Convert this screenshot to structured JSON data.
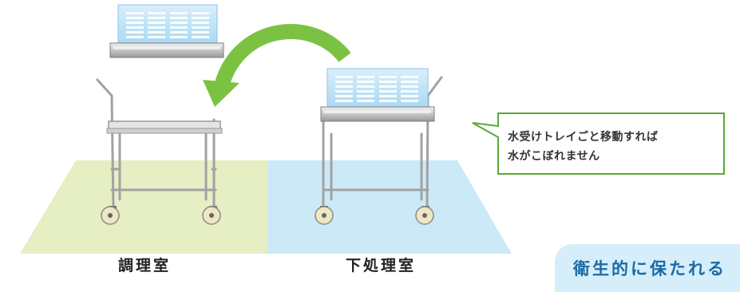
{
  "zones": {
    "left_label": "調理室",
    "right_label": "下処理室"
  },
  "callout": {
    "line1": "水受けトレイごと移動すれば",
    "line2": "水がこぼれません"
  },
  "badge": {
    "text": "衛生的に保たれる"
  },
  "colors": {
    "left_floor": "#e6eec4",
    "right_floor": "#cce9f7",
    "arrow": "#7cc242",
    "callout_border": "#5aa83a",
    "basket_blue": "#b8e0f6",
    "badge_bg": "#d6eefa",
    "badge_text": "#1b6aa5"
  },
  "icons": {
    "arrow": "curved-arrow-icon",
    "cart": "cart-icon",
    "basket": "basket-icon"
  }
}
